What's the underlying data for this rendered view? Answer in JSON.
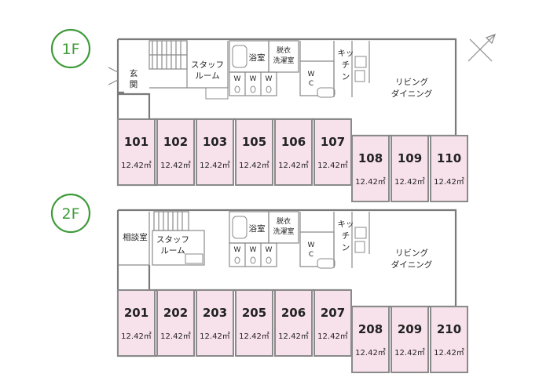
{
  "floors": [
    {
      "label": "1F",
      "rooms": [
        {
          "number": "101",
          "area": "12.42㎡"
        },
        {
          "number": "102",
          "area": "12.42㎡"
        },
        {
          "number": "103",
          "area": "12.42㎡"
        },
        {
          "number": "105",
          "area": "12.42㎡"
        },
        {
          "number": "106",
          "area": "12.42㎡"
        },
        {
          "number": "107",
          "area": "12.42㎡"
        },
        {
          "number": "108",
          "area": "12.42㎡"
        },
        {
          "number": "109",
          "area": "12.42㎡"
        },
        {
          "number": "110",
          "area": "12.42㎡"
        }
      ],
      "labels": {
        "entrance": [
          "玄",
          "関"
        ],
        "staff": [
          "スタッフ",
          "ルーム"
        ],
        "bath": "浴室",
        "dressing": [
          "脱衣",
          "洗濯室"
        ],
        "wc": [
          "W",
          "C"
        ],
        "kitchen": [
          "キッ",
          "チ",
          "ン"
        ],
        "living": [
          "リビング",
          "ダイニング"
        ]
      }
    },
    {
      "label": "2F",
      "rooms": [
        {
          "number": "201",
          "area": "12.42㎡"
        },
        {
          "number": "202",
          "area": "12.42㎡"
        },
        {
          "number": "203",
          "area": "12.42㎡"
        },
        {
          "number": "205",
          "area": "12.42㎡"
        },
        {
          "number": "206",
          "area": "12.42㎡"
        },
        {
          "number": "207",
          "area": "12.42㎡"
        },
        {
          "number": "208",
          "area": "12.42㎡"
        },
        {
          "number": "209",
          "area": "12.42㎡"
        },
        {
          "number": "210",
          "area": "12.42㎡"
        }
      ],
      "labels": {
        "consult": "相談室",
        "staff": [
          "スタッフ",
          "ルーム"
        ],
        "bath": "浴室",
        "dressing": [
          "脱衣",
          "洗濯室"
        ],
        "wc": [
          "W",
          "C"
        ],
        "kitchen": [
          "キッ",
          "チ",
          "ン"
        ],
        "living": [
          "リビング",
          "ダイニング"
        ]
      }
    }
  ],
  "colors": {
    "room_fill": "#f7e1ea",
    "floor_badge": "#3f9b3a",
    "wall": "#7a7a7a"
  },
  "icons": {
    "north_arrow": "north-arrow-icon"
  }
}
